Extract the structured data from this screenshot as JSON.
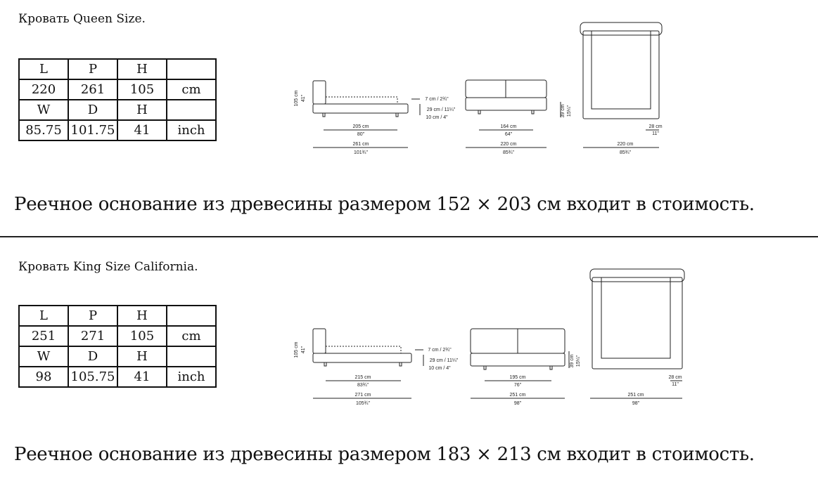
{
  "sections": [
    {
      "title": "Кровать Queen Size.",
      "table": {
        "header_cm": [
          "L",
          "P",
          "H",
          ""
        ],
        "row_cm": [
          "220",
          "261",
          "105",
          "cm"
        ],
        "header_inch": [
          "W",
          "D",
          "H",
          ""
        ],
        "row_inch": [
          "85.75",
          "101.75",
          "41",
          "inch"
        ]
      },
      "drawing": {
        "height_cm": "105 cm",
        "height_in": "41\"",
        "mattress_top": "7 cm / 2¾\"",
        "mattress_mid": "29 cm / 11¼\"",
        "mattress_leg": "10 cm / 4\"",
        "side_inner_cm": "205 cm",
        "side_inner_in": "80\"",
        "side_outer_cm": "261 cm",
        "side_outer_in": "101¾\"",
        "front_inner_cm": "164 cm",
        "front_inner_in": "64\"",
        "front_outer_cm": "220 cm",
        "front_outer_in": "85¾\"",
        "front_h_cm": "39 cm",
        "front_h_in": "15¼\"",
        "top_edge_cm": "28 cm",
        "top_edge_in": "11\"",
        "top_outer_cm": "220 cm",
        "top_outer_in": "85¾\""
      },
      "note": "Реечное основание из древесины размером 152 × 203 см входит в стоимость."
    },
    {
      "title": "Кровать King Size California.",
      "table": {
        "header_cm": [
          "L",
          "P",
          "H",
          ""
        ],
        "row_cm": [
          "251",
          "271",
          "105",
          "cm"
        ],
        "header_inch": [
          "W",
          "D",
          "H",
          ""
        ],
        "row_inch": [
          "98",
          "105.75",
          "41",
          "inch"
        ]
      },
      "drawing": {
        "height_cm": "105 cm",
        "height_in": "41\"",
        "mattress_top": "7 cm / 2¾\"",
        "mattress_mid": "29 cm / 11¼\"",
        "mattress_leg": "10 cm / 4\"",
        "side_inner_cm": "215 cm",
        "side_inner_in": "83¾\"",
        "side_outer_cm": "271 cm",
        "side_outer_in": "105¾\"",
        "front_inner_cm": "195 cm",
        "front_inner_in": "76\"",
        "front_outer_cm": "251 cm",
        "front_outer_in": "98\"",
        "front_h_cm": "39 cm",
        "front_h_in": "15¼\"",
        "top_edge_cm": "28 cm",
        "top_edge_in": "11\"",
        "top_outer_cm": "251 cm",
        "top_outer_in": "98\""
      },
      "note": "Реечное основание из древесины размером 183 × 213 см входит в стоимость."
    }
  ]
}
